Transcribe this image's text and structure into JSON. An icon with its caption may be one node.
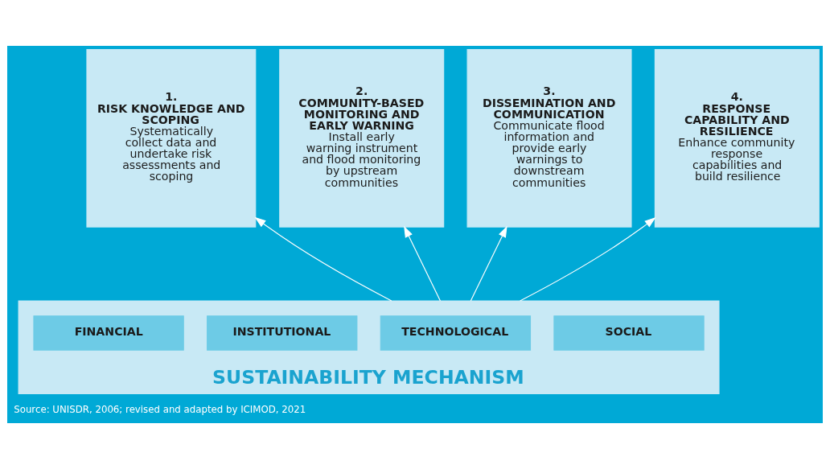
{
  "diagram": {
    "caption": "Source: UNISDR, 2006; revised and adapted by ICIMOD, 2021",
    "nodes": [
      {
        "text": [
          "1.",
          "RISK KNOWLEDGE AND SCOPING",
          "Systematically collect data and undertake risk assessments and scoping"
        ]
      },
      {
        "text": [
          "2.",
          "COMMUNITY-BASED MONITORING AND EARLY WARNING",
          "Install early warning instrument and flood monitoring by upstream communities"
        ]
      },
      {
        "text": [
          "3.",
          "DISSEMINATION AND COMMUNICATION",
          "Communicate flood information and provide early warnings to downstream communities"
        ]
      },
      {
        "text": [
          "4.",
          "RESPONSE CAPABILITY AND RESILIENCE",
          "Enhance community response capabilities and build resilience"
        ]
      },
      {
        "text": [
          "SUSTAINABILITY MECHANISM"
        ]
      },
      {
        "text": [
          "FINANCIAL"
        ],
        "in": 4
      },
      {
        "text": [
          "INSTITUTIONAL"
        ],
        "in": 4
      },
      {
        "text": [
          "TECHNOLOGICAL"
        ],
        "in": 4
      },
      {
        "text": [
          "SOCIAL"
        ],
        "in": 4
      }
    ],
    "edges": [
      {
        "from": 4,
        "to": 0,
        "arrow": "to"
      },
      {
        "from": 4,
        "to": 1,
        "arrow": "to"
      },
      {
        "from": 4,
        "to": 2,
        "arrow": "to"
      },
      {
        "from": 4,
        "to": 3,
        "arrow": "to"
      }
    ]
  }
}
